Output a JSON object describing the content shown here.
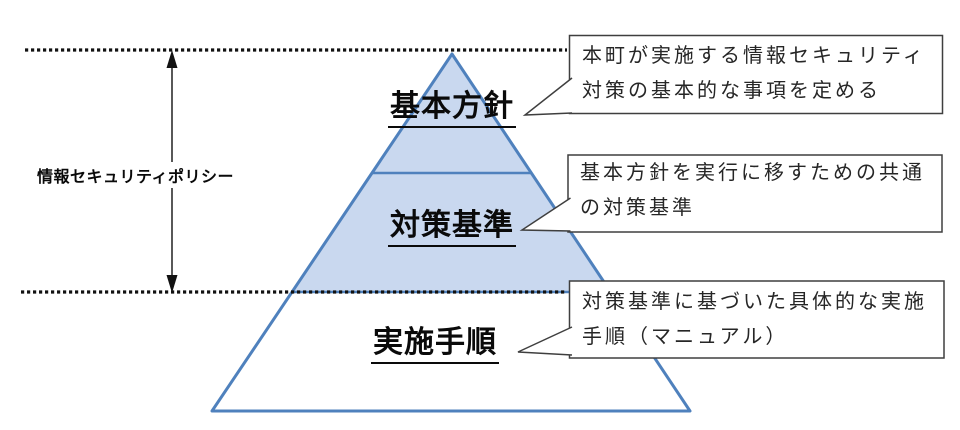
{
  "colors": {
    "pyramid_fill": "#c9d8ef",
    "pyramid_stroke": "#4f81bd",
    "line_color": "#121212",
    "callout_border": "#3f3f3f"
  },
  "scope": {
    "label": "情報セキュリティポリシー"
  },
  "pyramid": {
    "tiers": [
      {
        "label": "基本方針"
      },
      {
        "label": "対策基準"
      },
      {
        "label": "実施手順"
      }
    ]
  },
  "callouts": [
    {
      "lines": [
        "本町が実施する情報セキュリティ",
        "対策の基本的な事項を定める"
      ]
    },
    {
      "lines": [
        "基本方針を実行に移すための共通",
        "の対策基準"
      ]
    },
    {
      "lines": [
        "対策基準に基づいた具体的な実施",
        "手順（マニュアル）"
      ]
    }
  ],
  "icons": {
    "scope_arrow": "double-headed-vertical-arrow"
  }
}
